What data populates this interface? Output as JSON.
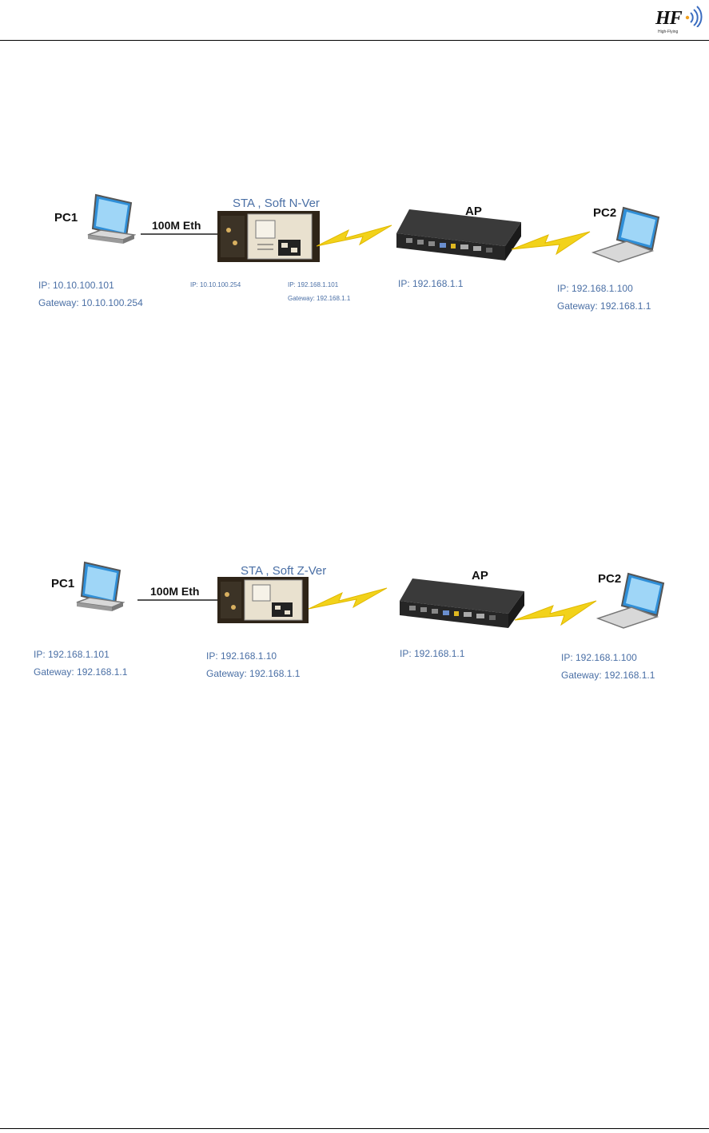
{
  "logo": {
    "text": "HF",
    "subtext": "High-Flying"
  },
  "diagram_n": {
    "pc1": {
      "label": "PC1",
      "ip": "IP: 10.10.100.101",
      "gateway": "Gateway: 10.10.100.254"
    },
    "link": "100M Eth",
    "module": {
      "mode": "STA , Soft N-Ver",
      "eth_ip": "IP: 10.10.100.254",
      "wifi_ip": "IP: 192.168.1.101",
      "wifi_gateway": "Gateway: 192.168.1.1"
    },
    "ap": {
      "label": "AP",
      "ip": "IP: 192.168.1.1"
    },
    "pc2": {
      "label": "PC2",
      "ip": "IP: 192.168.1.100",
      "gateway": "Gateway: 192.168.1.1"
    }
  },
  "diagram_z": {
    "pc1": {
      "label": "PC1",
      "ip": "IP: 192.168.1.101",
      "gateway": "Gateway: 192.168.1.1"
    },
    "link": "100M Eth",
    "module": {
      "mode": "STA , Soft Z-Ver",
      "ip": "IP: 192.168.1.10",
      "gateway": "Gateway: 192.168.1.1"
    },
    "ap": {
      "label": "AP",
      "ip": "IP: 192.168.1.1"
    },
    "pc2": {
      "label": "PC2",
      "ip": "IP: 192.168.1.100",
      "gateway": "Gateway: 192.168.1.1"
    }
  }
}
